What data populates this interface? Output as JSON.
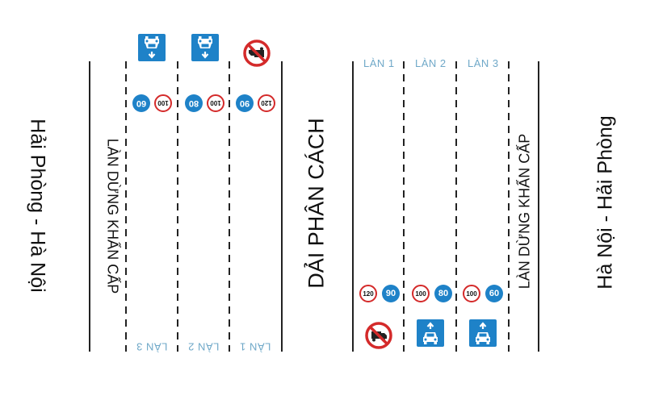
{
  "left_road": {
    "direction": "Hải Phòng - Hà Nội",
    "emergency_lane": "LÀN DỪNG KHẨN CẤP",
    "lanes": [
      {
        "label": "LÀN 3",
        "min_speed": "60",
        "max_speed": "100",
        "sign": "car-lane-icon"
      },
      {
        "label": "LÀN 2",
        "min_speed": "80",
        "max_speed": "100",
        "sign": "car-lane-icon"
      },
      {
        "label": "LÀN 1",
        "min_speed": "90",
        "max_speed": "120",
        "sign": "no-truck-icon"
      }
    ]
  },
  "median": "DẢI PHÂN CÁCH",
  "right_road": {
    "direction": "Hà Nội - Hải Phòng",
    "emergency_lane": "LÀN DỪNG KHẨN CẤP",
    "lanes": [
      {
        "label": "LÀN 1",
        "max_speed": "120",
        "min_speed": "90",
        "sign": "no-truck-icon"
      },
      {
        "label": "LÀN 2",
        "max_speed": "100",
        "min_speed": "80",
        "sign": "car-lane-icon"
      },
      {
        "label": "LÀN 3",
        "max_speed": "100",
        "min_speed": "60",
        "sign": "car-lane-icon"
      }
    ]
  },
  "colors": {
    "sign_blue": "#1e82c8",
    "prohibition_red": "#d42a2a",
    "lane_label": "#6fa8c8",
    "line": "#222222"
  }
}
